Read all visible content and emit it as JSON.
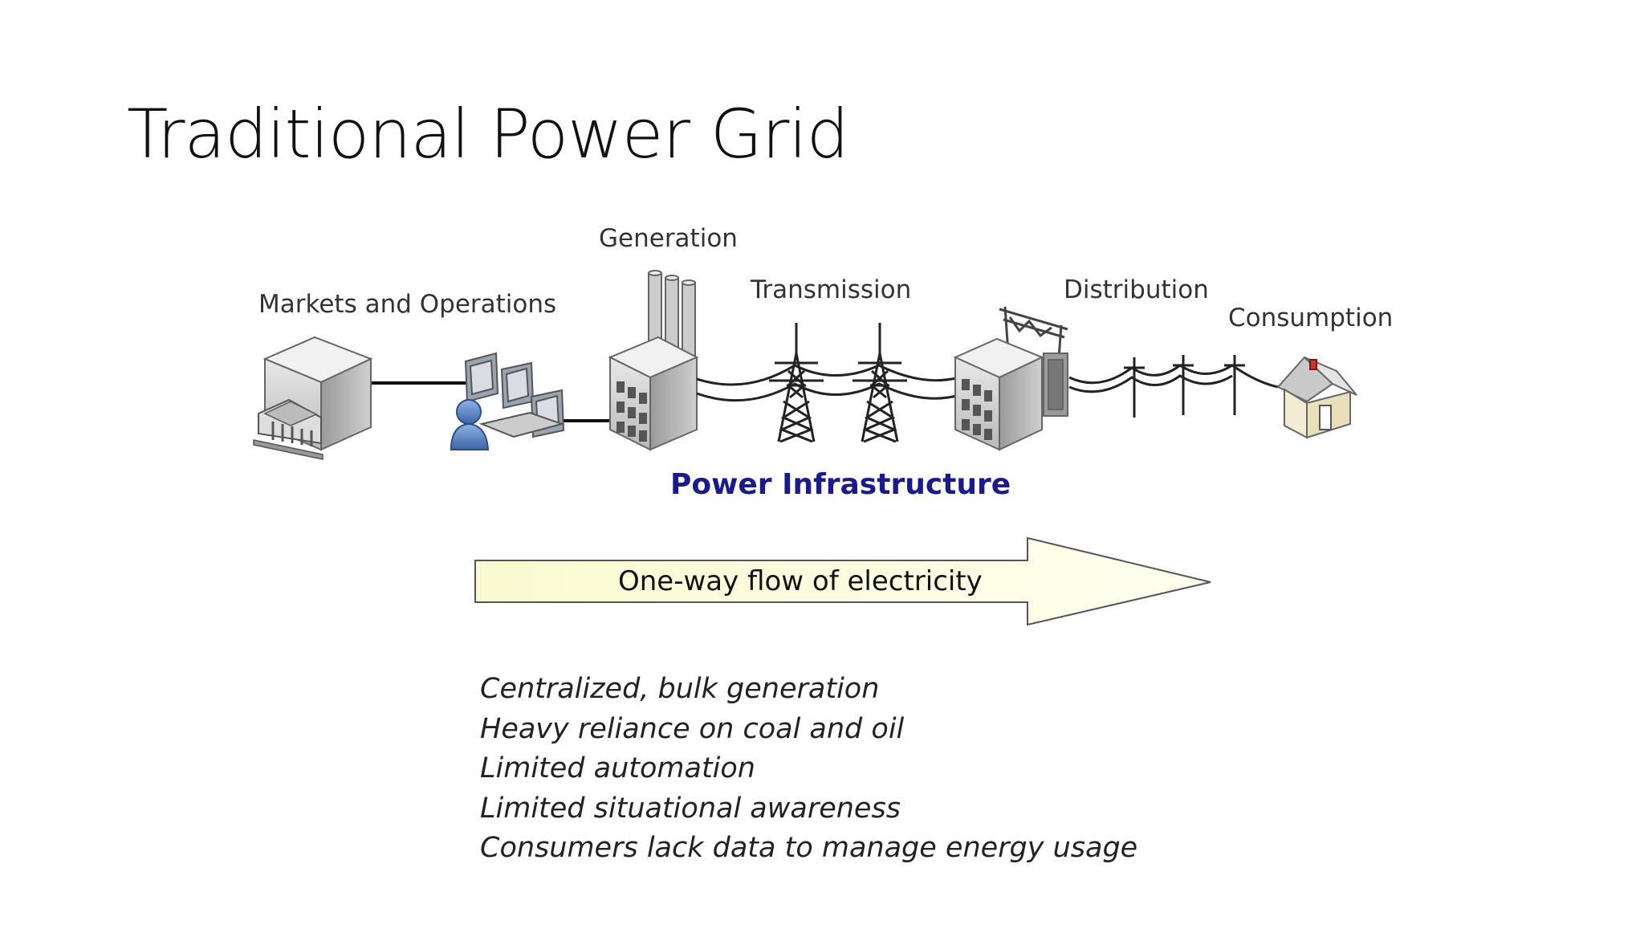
{
  "slide": {
    "title": "Traditional Power Grid"
  },
  "diagram": {
    "stages": {
      "markets": "Markets and Operations",
      "generation": "Generation",
      "transmission": "Transmission",
      "distribution": "Distribution",
      "consumption": "Consumption"
    },
    "infrastructure_label": "Power Infrastructure",
    "flow_label": "One-way flow of electricity",
    "colors": {
      "infrastructure_text": "#1a1a8f",
      "arrow_fill": "#fbfbd5",
      "arrow_stroke": "#555555",
      "user_icon": "#4f7fc0"
    },
    "icons": [
      "bank-building-icon",
      "operator-workstation-icon",
      "power-plant-icon",
      "transmission-tower-icon",
      "substation-icon",
      "utility-pole-icon",
      "house-icon"
    ]
  },
  "bullets": [
    "Centralized, bulk generation",
    "Heavy reliance on coal and oil",
    "Limited automation",
    "Limited situational awareness",
    "Consumers lack data to manage energy usage"
  ]
}
